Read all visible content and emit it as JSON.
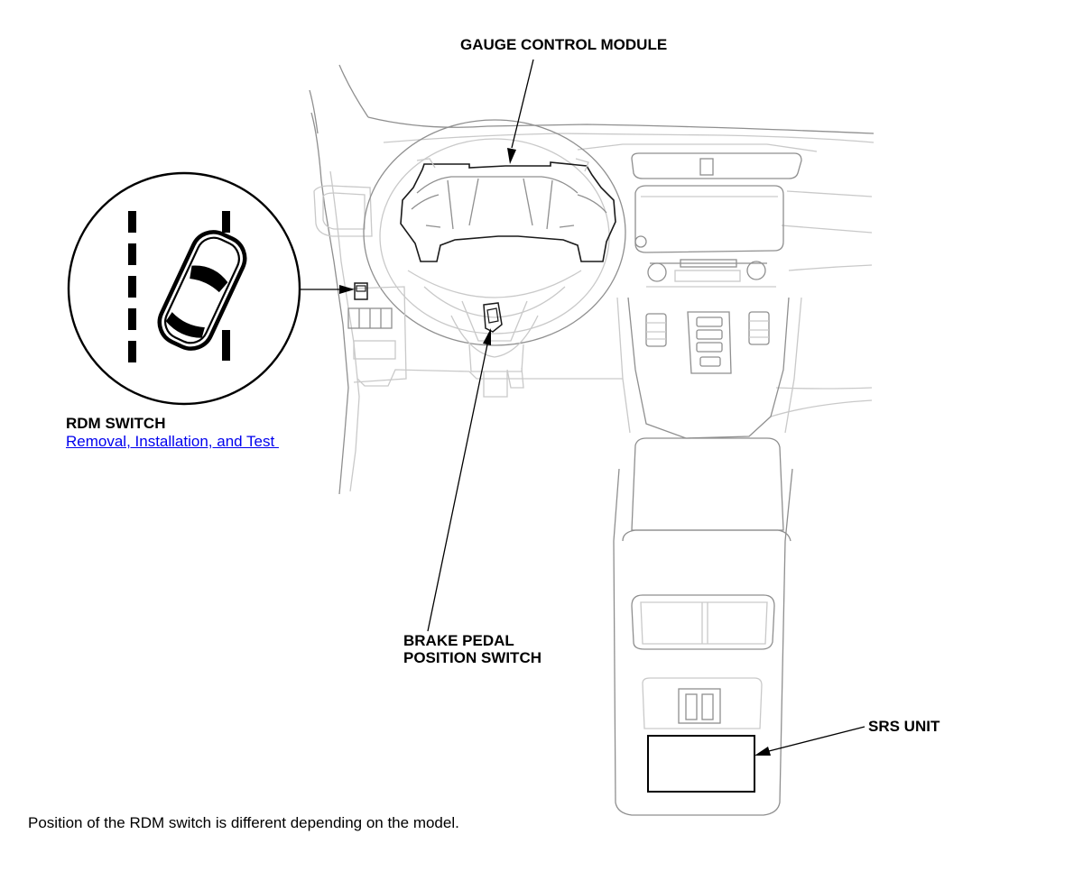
{
  "labels": {
    "gauge_control_module": "GAUGE CONTROL MODULE",
    "rdm_switch": "RDM SWITCH",
    "rdm_link": "Removal, Installation, and Test ",
    "brake_line1": "BRAKE PEDAL",
    "brake_line2": "POSITION SWITCH",
    "srs_unit": "SRS UNIT"
  },
  "note": "Position of the RDM switch is different depending on the model.",
  "colors": {
    "link": "#0000ee",
    "line_art": "#c9c9c9",
    "leader": "#000000"
  }
}
